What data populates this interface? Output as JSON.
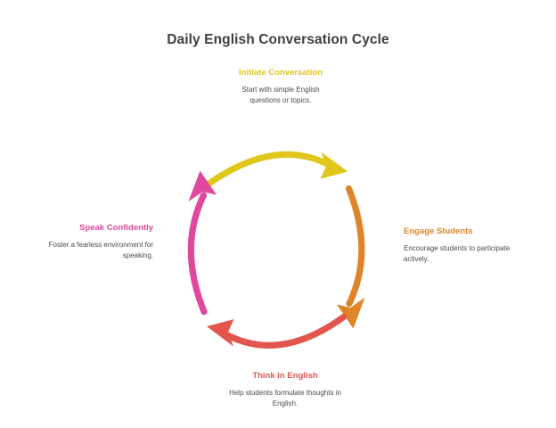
{
  "title": "Daily English Conversation Cycle",
  "background_color": "#ffffff",
  "title_color": "#3f3f3f",
  "description_color": "#4b4b4b",
  "chart_data": {
    "type": "diagram",
    "diagram_kind": "cycle",
    "title": "Daily English Conversation Cycle",
    "direction": "clockwise",
    "center": [
      310,
      280
    ],
    "radius": 95,
    "nodes": [
      {
        "id": "initiate",
        "position": "top",
        "heading": "Initiate Conversation",
        "description": "Start with simple English questions or topics.",
        "color": "#e1c71c",
        "align": "center"
      },
      {
        "id": "engage",
        "position": "right",
        "heading": "Engage Students",
        "description": "Encourage students to participate actively.",
        "color": "#df8529",
        "align": "left"
      },
      {
        "id": "think",
        "position": "bottom",
        "heading": "Think in English",
        "description": "Help students formulate thoughts in English.",
        "color": "#e2564e",
        "align": "center"
      },
      {
        "id": "speak",
        "position": "left",
        "heading": "Speak Confidently",
        "description": "Foster a fearless environment for speaking.",
        "color": "#e0489e",
        "align": "right"
      }
    ],
    "arrows": [
      {
        "id": "arrow-top",
        "from": "speak",
        "to": "initiate-to-engage",
        "color": "#e1c71c",
        "start_angle": 205,
        "end_angle": 335
      },
      {
        "id": "arrow-right",
        "from": "engage",
        "to": "think",
        "color": "#df8529",
        "start_angle": 295,
        "end_angle": 65
      },
      {
        "id": "arrow-bottom",
        "from": "think",
        "to": "speak",
        "color": "#e2564e",
        "start_angle": 25,
        "end_angle": 155
      },
      {
        "id": "arrow-left",
        "from": "speak",
        "to": "initiate",
        "color": "#e0489e",
        "start_angle": 115,
        "end_angle": 245
      }
    ]
  }
}
